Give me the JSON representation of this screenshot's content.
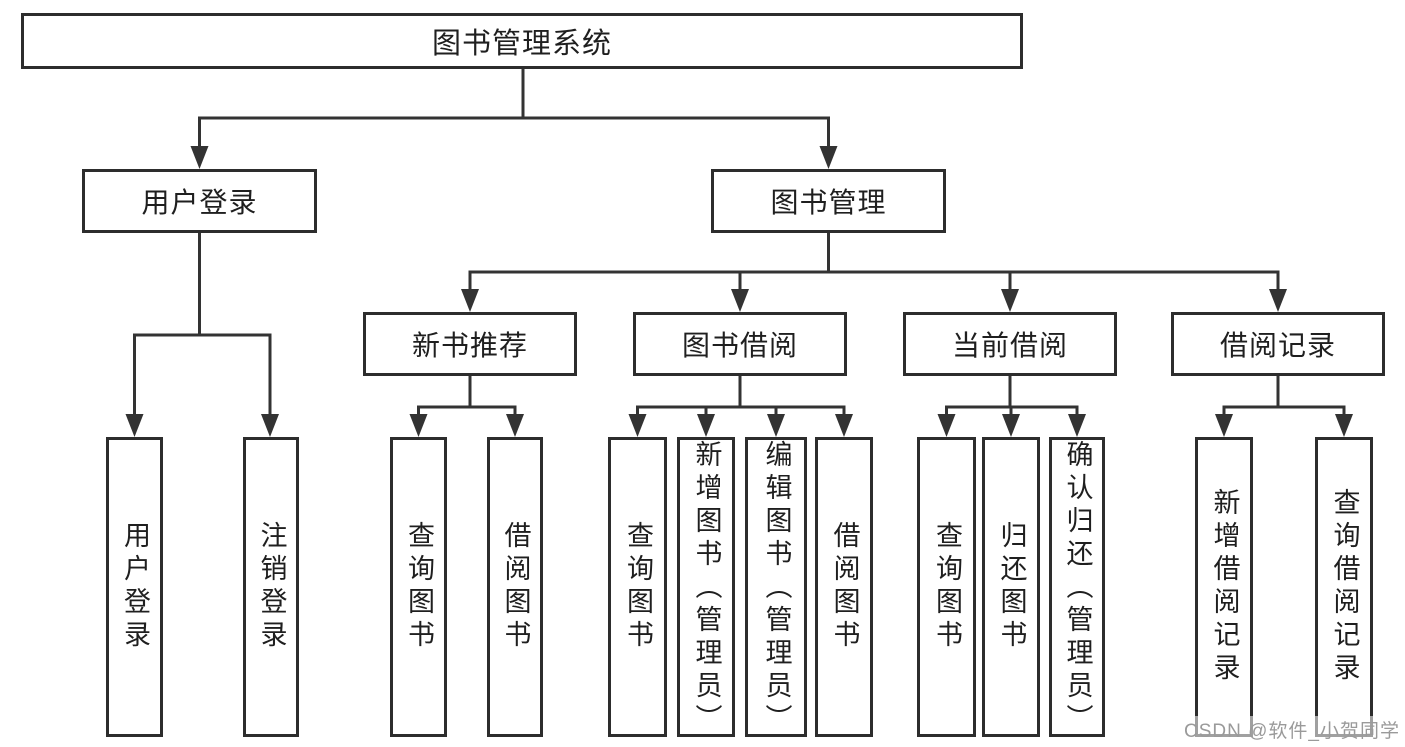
{
  "colors": {
    "box_border": "#2d2d2d",
    "line": "#333333",
    "text": "#1f1f1f",
    "watermark": "#9a9a9a",
    "background": "#ffffff"
  },
  "diagram": {
    "root": {
      "label": "图书管理系统"
    },
    "branches": {
      "user_login": {
        "label": "用户登录",
        "children": [
          "用户登录",
          "注销登录"
        ]
      },
      "book_management": {
        "label": "图书管理",
        "groups": [
          {
            "label": "新书推荐",
            "children": [
              "查询图书",
              "借阅图书"
            ]
          },
          {
            "label": "图书借阅",
            "children": [
              "查询图书",
              "新增图书（管理员）",
              "编辑图书（管理员）",
              "借阅图书"
            ]
          },
          {
            "label": "当前借阅",
            "children": [
              "查询图书",
              "归还图书",
              "确认归还（管理员）"
            ]
          },
          {
            "label": "借阅记录",
            "children": [
              "新增借阅记录",
              "查询借阅记录"
            ]
          }
        ]
      }
    }
  },
  "watermark": {
    "text": "CSDN @软件_小贺同学"
  }
}
